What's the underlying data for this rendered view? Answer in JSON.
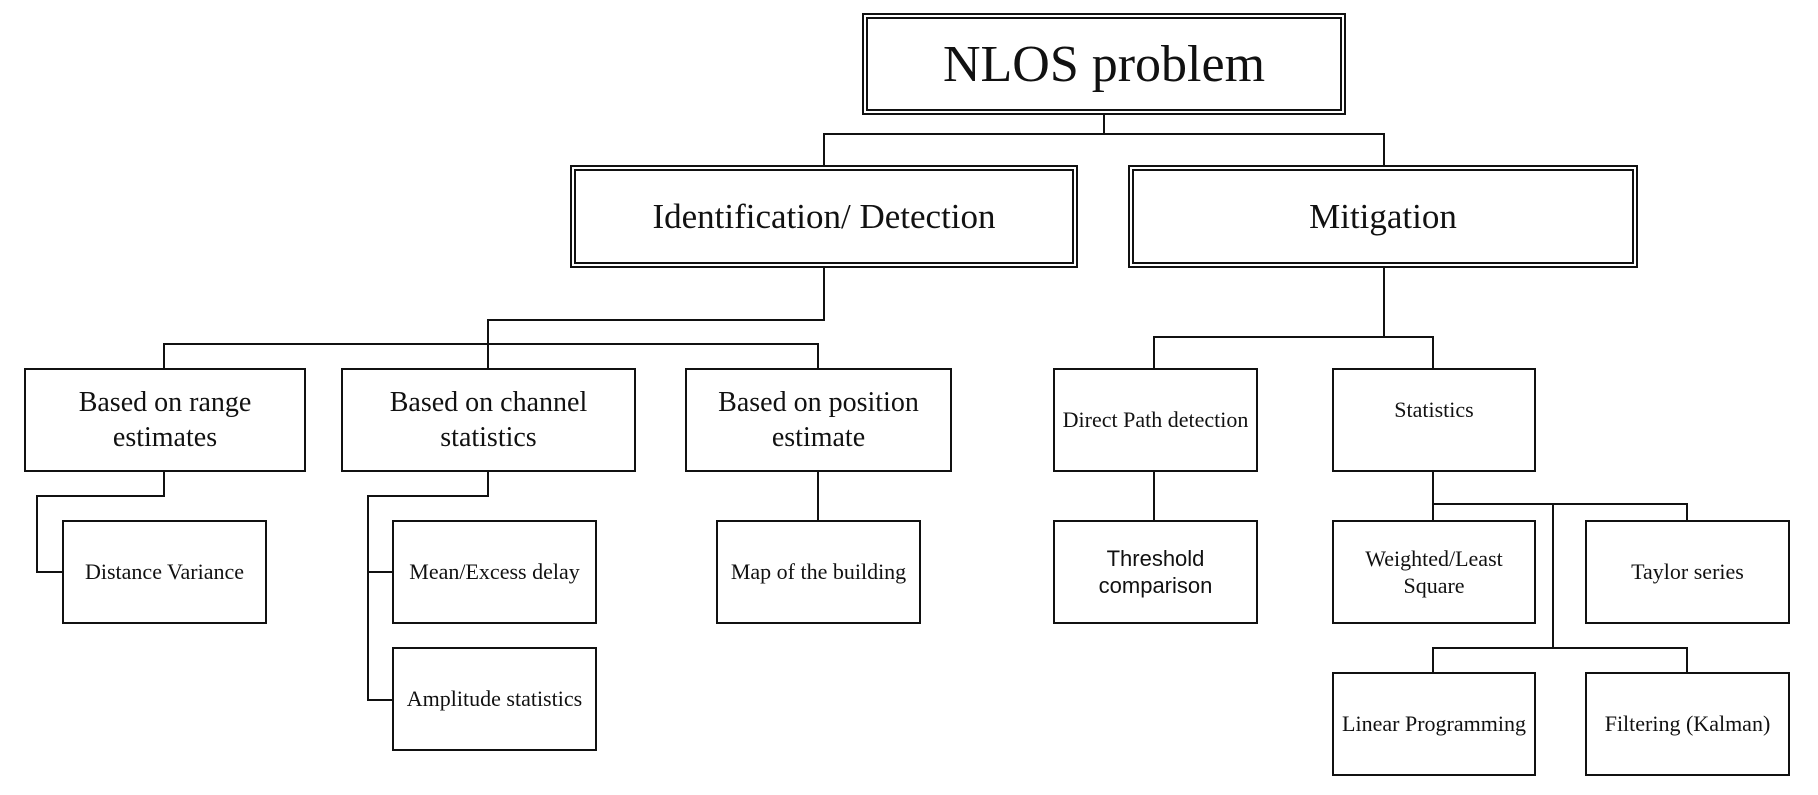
{
  "root": {
    "label": "NLOS problem"
  },
  "branches": {
    "identification": {
      "label": "Identification/ Detection",
      "children": {
        "range": {
          "label": "Based on range estimates",
          "leaves": [
            "Distance Variance"
          ]
        },
        "channel": {
          "label": "Based on channel statistics",
          "leaves": [
            "Mean/Excess delay",
            "Amplitude statistics"
          ]
        },
        "position": {
          "label": "Based on position estimate",
          "leaves": [
            "Map of the building"
          ]
        }
      }
    },
    "mitigation": {
      "label": "Mitigation",
      "children": {
        "direct_path": {
          "label": "Direct Path detection",
          "leaves": [
            "Threshold comparison"
          ]
        },
        "statistics": {
          "label": "Statistics",
          "leaves": [
            "Weighted/Least Square",
            "Taylor series",
            "Linear Programming",
            "Filtering (Kalman)"
          ]
        }
      }
    }
  }
}
